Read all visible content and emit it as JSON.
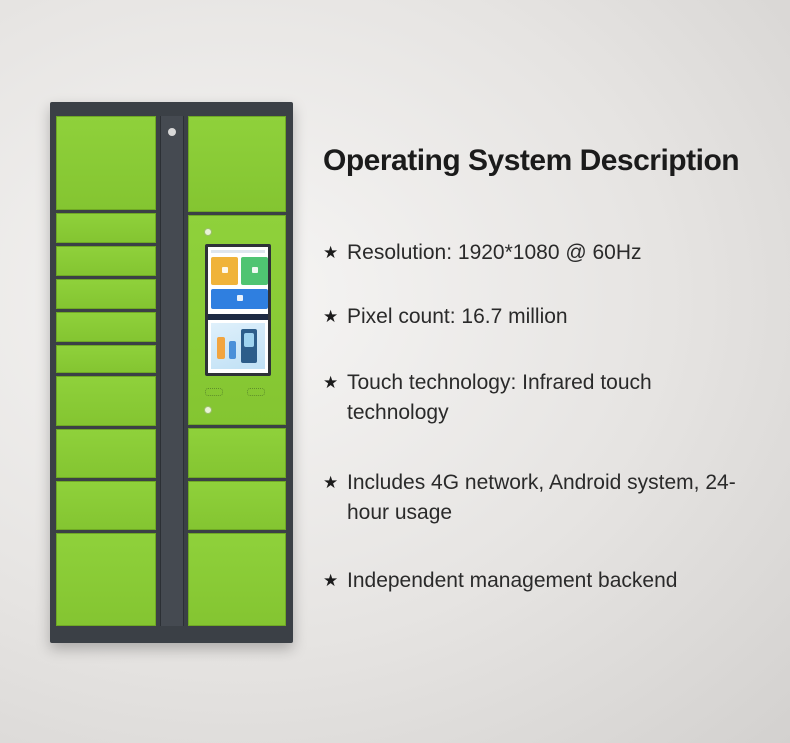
{
  "title": "Operating System Description",
  "bullet_symbol": "★",
  "features": [
    {
      "text": "Resolution: 1920*1080 @ 60Hz"
    },
    {
      "text": "Pixel count: 16.7 million"
    },
    {
      "text": "Touch technology: Infrared touch technology"
    },
    {
      "text": "Includes 4G network, Android system, 24-hour usage"
    },
    {
      "text": "Independent management backend"
    }
  ],
  "colors": {
    "cabinet_frame": "#3b4046",
    "door_green": "#8bcf38",
    "title_text": "#1b1b1b",
    "body_text": "#2a2a2a"
  },
  "icons": [
    "star-bullet-icon",
    "locker-cabinet-illustration"
  ]
}
